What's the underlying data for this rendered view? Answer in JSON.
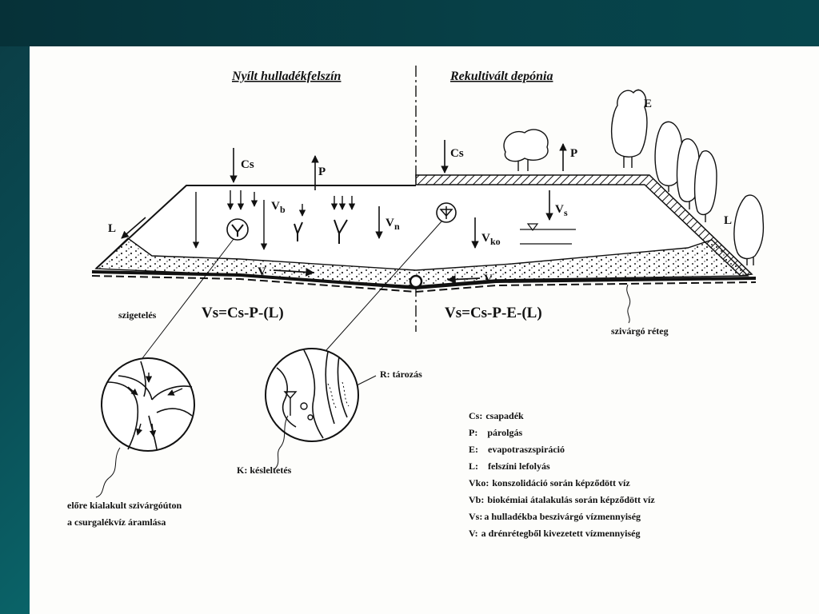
{
  "slide": {
    "colors": {
      "background_dark": "#0b3c44",
      "background_light": "#0f9a93",
      "panel": "#fdfdfb",
      "ink": "#111111"
    }
  },
  "diagram": {
    "title_left": "Nyílt hulladékfelszín",
    "title_right": "Rekultivált depónia",
    "labels": {
      "cs_left": "Cs",
      "p_left": "P",
      "vb_left": "V",
      "vb_left_sub": "b",
      "vn": "V",
      "vn_sub": "n",
      "l_left": "L",
      "v_left": "V",
      "cs_right": "Cs",
      "p_right": "P",
      "e": "E",
      "vs_right": "V",
      "vs_right_sub": "s",
      "vko": "V",
      "vko_sub": "ko",
      "l_right": "L",
      "v_right": "V"
    },
    "equation_left": "Vs=Cs-P-(L)",
    "equation_right": "Vs=Cs-P-E-(L)",
    "insulation": "szigetelés",
    "drain_layer": "szivárgó réteg",
    "storage": "R: tározás",
    "delay": "K: késleltetés",
    "preformed_path_line1": "előre kialakult szivárgóúton",
    "preformed_path_line2": "a csurgalékvíz áramlása"
  },
  "legend": [
    {
      "key": "Cs:",
      "text": "csapadék"
    },
    {
      "key": "P:",
      "text": "párolgás"
    },
    {
      "key": "E:",
      "text": "evapotraszspiráció"
    },
    {
      "key": "L:",
      "text": "felszíni lefolyás"
    },
    {
      "key": "Vko:",
      "text": "konszolidáció során képződött víz"
    },
    {
      "key": "Vb:",
      "text": "biokémiai átalakulás során képződött víz"
    },
    {
      "key": "Vs:",
      "text": "a hulladékba beszivárgó vízmennyiség"
    },
    {
      "key": "V:",
      "text": "a drénrétegből kivezetett vízmennyiség"
    }
  ]
}
